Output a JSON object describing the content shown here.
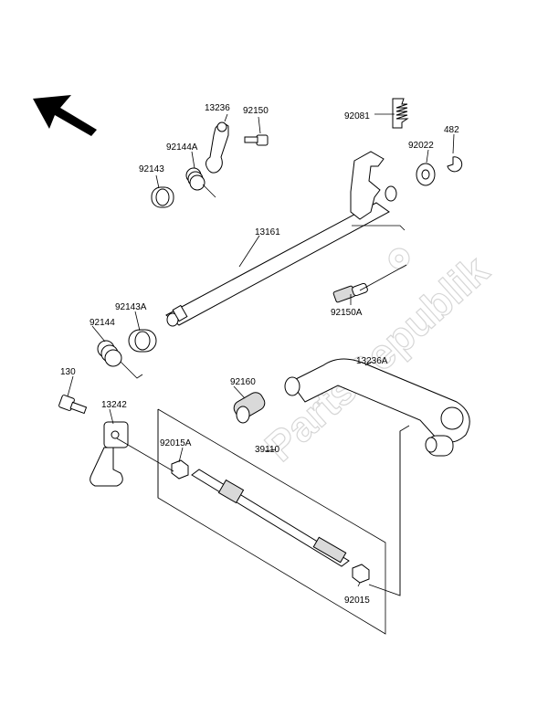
{
  "watermark": "PartsRepublik",
  "labels": {
    "p13236": "13236",
    "p92150": "92150",
    "p92081": "92081",
    "p92144A": "92144A",
    "p92022": "92022",
    "p482": "482",
    "p92143": "92143",
    "p13161": "13161",
    "p92143A": "92143A",
    "p92144": "92144",
    "p92150A": "92150A",
    "p13236A": "13236A",
    "p130": "130",
    "p92160": "92160",
    "p13242": "13242",
    "p92015A": "92015A",
    "p39110": "39110",
    "p92015": "92015"
  }
}
